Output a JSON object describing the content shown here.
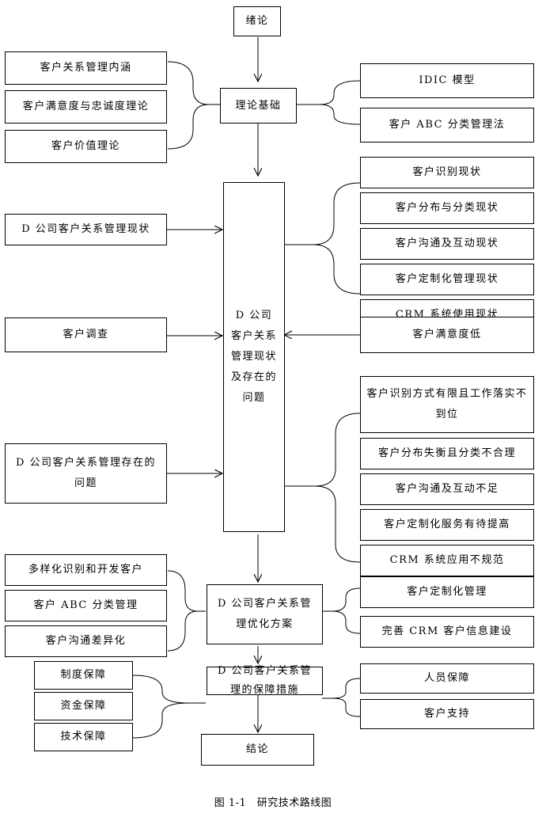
{
  "nodes": {
    "intro": "绪论",
    "theory": "理论基础",
    "theory_left": [
      "客户关系管理内涵",
      "客户满意度与忠诚度理论",
      "客户价值理论"
    ],
    "theory_right": [
      "IDIC 模型",
      "客户 ABC 分类管理法"
    ],
    "status_center": "D 公司客户关系管理现状及存在的问题",
    "status_left": [
      "D 公司客户关系管理现状",
      "客户调查",
      "D 公司客户关系管理存在的问题"
    ],
    "status_right_top": [
      "客户识别现状",
      "客户分布与分类现状",
      "客户沟通及互动现状",
      "客户定制化管理现状",
      "CRM 系统使用现状"
    ],
    "satisfaction_low": "客户满意度低",
    "problems_right": [
      "客户识别方式有限且工作落实不到位",
      "客户分布失衡且分类不合理",
      "客户沟通及互动不足",
      "客户定制化服务有待提高",
      "CRM 系统应用不规范"
    ],
    "optimization": "D 公司客户关系管理优化方案",
    "opt_left": [
      "多样化识别和开发客户",
      "客户 ABC 分类管理",
      "客户沟通差异化"
    ],
    "opt_right": [
      "客户定制化管理",
      "完善 CRM 客户信息建设"
    ],
    "safeguard": "D 公司客户关系管理的保障措施",
    "safe_left": [
      "制度保障",
      "资金保障",
      "技术保障"
    ],
    "safe_right": [
      "人员保障",
      "客户支持"
    ],
    "conclusion": "结论"
  },
  "caption": "图 1-1　研究技术路线图"
}
